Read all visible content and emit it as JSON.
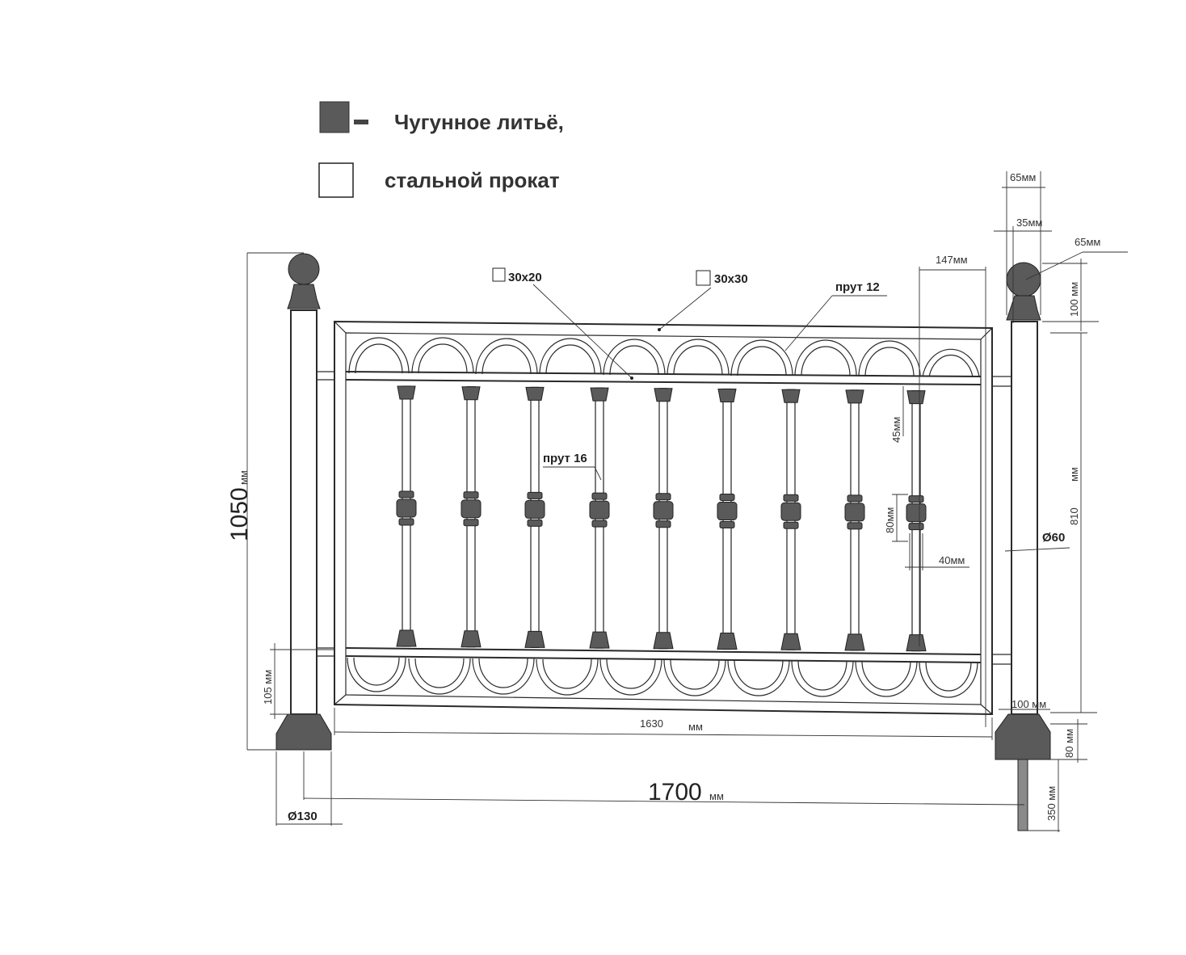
{
  "legend": {
    "cast_iron_label": "Чугунное литьё,",
    "steel_label": "стальной прокат"
  },
  "labels": {
    "profile_30x20": "30х20",
    "profile_30x30": "30х30",
    "rod_12": "прут 12",
    "rod_16": "прут 16"
  },
  "dimensions": {
    "total_height": "1050",
    "total_height_unit": "мм",
    "panel_height": "810",
    "panel_height_unit": "мм",
    "panel_width": "1630",
    "panel_width_unit": "мм",
    "post_spacing": "1700",
    "post_spacing_unit": "мм",
    "post_diameter_base": "Ø130",
    "post_diameter": "Ø60",
    "top_width_65": "65мм",
    "post_width_35": "35мм",
    "finial_65": "65мм",
    "finial_height_100": "100 мм",
    "offset_147": "147мм",
    "collar_45": "45мм",
    "collar_80": "80мм",
    "collar_40": "40мм",
    "bottom_gap_105": "105 мм",
    "base_100": "100 мм",
    "base_80": "80 мм",
    "foundation_350": "350 мм"
  },
  "colors": {
    "cast_iron": "#5a5a5a",
    "steel": "#ffffff",
    "line": "#2a2a2a"
  }
}
